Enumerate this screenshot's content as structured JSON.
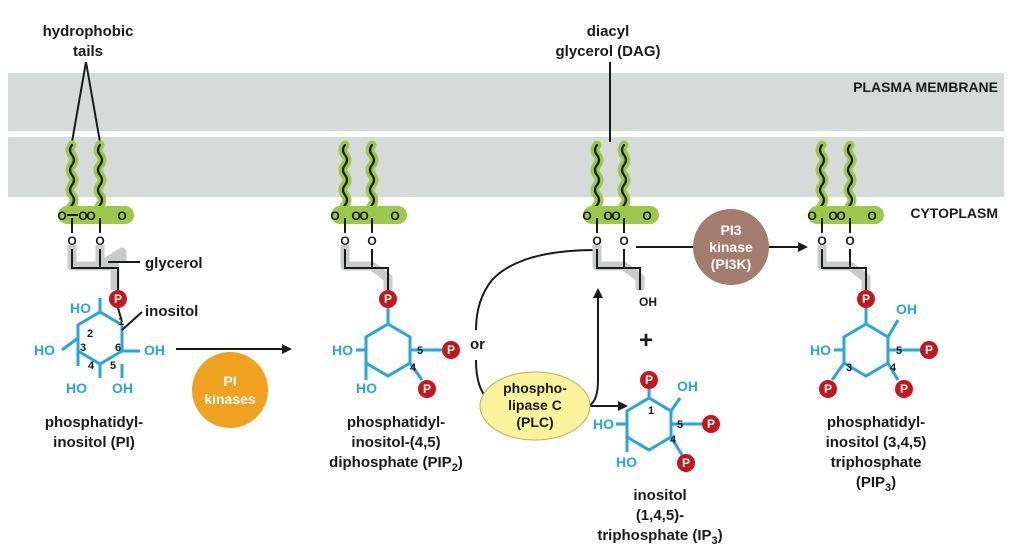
{
  "labels": {
    "hydrophobic_tails": [
      "hydrophobic",
      "tails"
    ],
    "dag": [
      "diacyl",
      "glycerol (DAG)"
    ],
    "plasma_membrane": "PLASMA MEMBRANE",
    "cytoplasm": "CYTOPLASM",
    "glycerol": "glycerol",
    "inositol": "inositol",
    "or": "or",
    "plus": "+"
  },
  "enzymes": {
    "pi_kinases": [
      "PI",
      "kinases"
    ],
    "plc": [
      "phospho-",
      "lipase C",
      "(PLC)"
    ],
    "pi3k": [
      "PI3",
      "kinase",
      "(PI3K)"
    ]
  },
  "molecules": {
    "pi": [
      "phosphatidyl-",
      "inositol (PI)"
    ],
    "pip2": [
      "phosphatidyl-",
      "inositol-(4,5)",
      "diphosphate (PIP",
      "2",
      ")"
    ],
    "ip3": [
      "inositol",
      "(1,4,5)-",
      "triphosphate (IP",
      "3",
      ")"
    ],
    "pip3": [
      "phosphatidyl-",
      "inositol (3,4,5)",
      "triphosphate",
      "(PIP",
      "3",
      ")"
    ]
  },
  "chem": {
    "oxygen": "O",
    "phosphate": "P",
    "hydroxyl": "HO",
    "hydroxyl_right": "OH",
    "ring_numbers": [
      "1",
      "2",
      "3",
      "4",
      "5",
      "6"
    ]
  },
  "colors": {
    "membrane": "#d6dbd9",
    "tail_highlight": "#9cc94b",
    "backbone": "#c8cbc9",
    "ring": "#27a6d9",
    "phosphate": "#c4161c",
    "pi_kinases_fill": "#f0a11f",
    "plc_fill": "#fbf39b",
    "pi3k_fill": "#a47c6d"
  }
}
